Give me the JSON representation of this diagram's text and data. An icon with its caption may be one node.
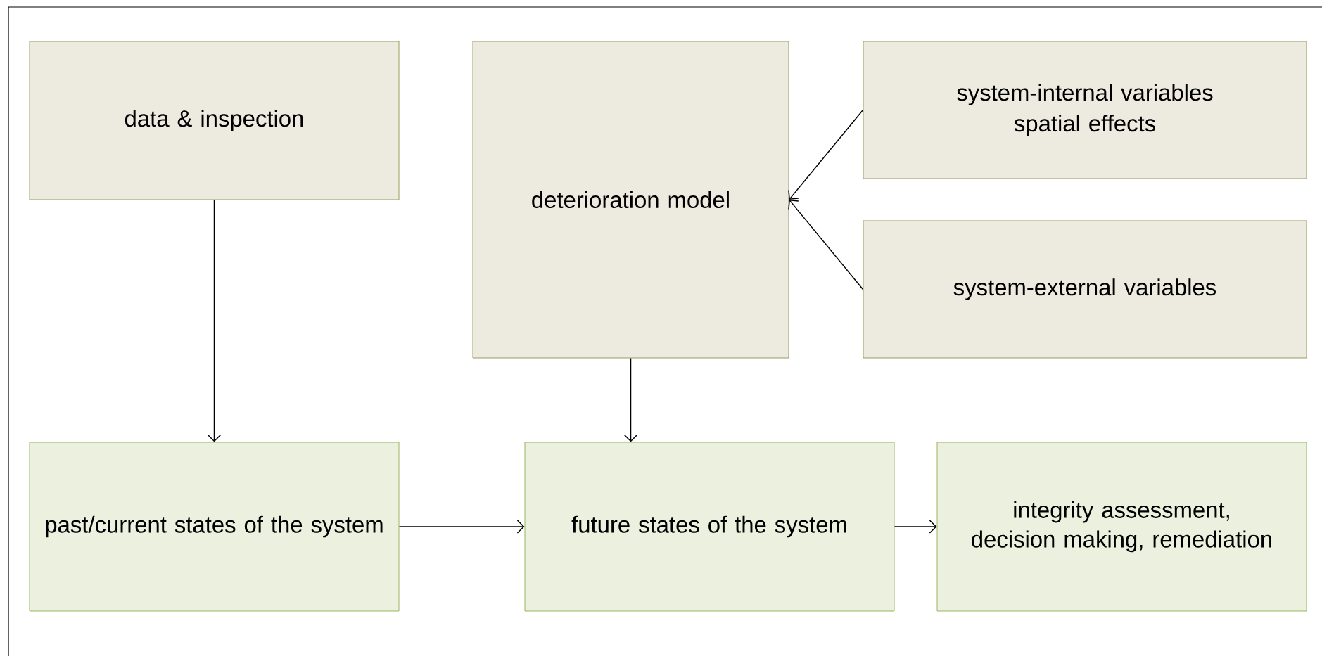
{
  "diagram": {
    "nodes": [
      {
        "text": [
          "data & inspection"
        ]
      },
      {
        "text": [
          "deterioration model"
        ]
      },
      {
        "text": [
          "system-internal variables",
          "spatial effects"
        ]
      },
      {
        "text": [
          "system-external variables"
        ]
      },
      {
        "text": [
          "past/current states of the system"
        ]
      },
      {
        "text": [
          "future states of the system"
        ]
      },
      {
        "text": [
          "integrity assessment, decision making, remediation"
        ]
      }
    ],
    "edges": [
      {
        "from": 0,
        "to": 4,
        "arrow": "to"
      },
      {
        "from": 1,
        "to": 5,
        "arrow": "to"
      },
      {
        "from": 2,
        "to": 1,
        "arrow": "to"
      },
      {
        "from": 3,
        "to": 1,
        "arrow": "to"
      },
      {
        "from": 4,
        "to": 5,
        "arrow": "to"
      },
      {
        "from": 5,
        "to": 6,
        "arrow": "to"
      }
    ]
  }
}
